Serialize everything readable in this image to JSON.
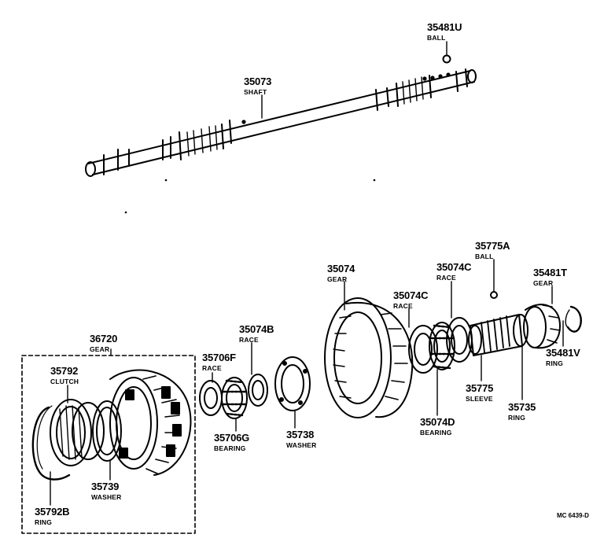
{
  "parts": {
    "ball_top": {
      "number": "35481U",
      "name": "BALL"
    },
    "shaft": {
      "number": "35073",
      "name": "SHAFT"
    },
    "ball_mid": {
      "number": "35775A",
      "name": "BALL"
    },
    "gear_main": {
      "number": "35074",
      "name": "GEAR"
    },
    "race_c_top": {
      "number": "35074C",
      "name": "RACE"
    },
    "race_c": {
      "number": "35074C",
      "name": "RACE"
    },
    "gear_t": {
      "number": "35481T",
      "name": "GEAR"
    },
    "ring_v": {
      "number": "35481V",
      "name": "RING"
    },
    "race_b": {
      "number": "35074B",
      "name": "RACE"
    },
    "race_f": {
      "number": "35706F",
      "name": "RACE"
    },
    "gear_36720": {
      "number": "36720",
      "name": "GEAR"
    },
    "clutch": {
      "number": "35792",
      "name": "CLUTCH"
    },
    "sleeve": {
      "number": "35775",
      "name": "SLEEVE"
    },
    "ring_35735": {
      "number": "35735",
      "name": "RING"
    },
    "bearing_d": {
      "number": "35074D",
      "name": "BEARING"
    },
    "bearing_g": {
      "number": "35706G",
      "name": "BEARING"
    },
    "washer_38": {
      "number": "35738",
      "name": "WASHER"
    },
    "washer_39": {
      "number": "35739",
      "name": "WASHER"
    },
    "ring_b": {
      "number": "35792B",
      "name": "RING"
    }
  },
  "figure_code": "MC 6439-D"
}
